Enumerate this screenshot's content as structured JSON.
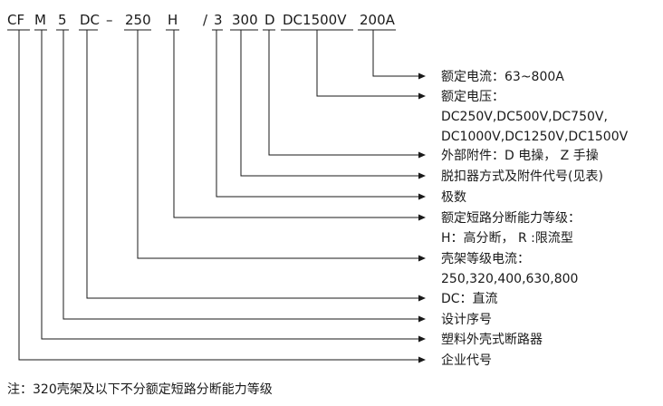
{
  "code_segments": [
    {
      "id": "cf",
      "text": "CF"
    },
    {
      "id": "m",
      "text": "M"
    },
    {
      "id": "5",
      "text": "5"
    },
    {
      "id": "dc",
      "text": "DC"
    },
    {
      "id": "dash",
      "text": "–"
    },
    {
      "id": "250",
      "text": "250"
    },
    {
      "id": "h",
      "text": "H"
    },
    {
      "id": "slash",
      "text": "/"
    },
    {
      "id": "3",
      "text": "3"
    },
    {
      "id": "300",
      "text": "300"
    },
    {
      "id": "d",
      "text": "D"
    },
    {
      "id": "dc1500v",
      "text": "DC1500V"
    },
    {
      "id": "200a",
      "text": "200A"
    }
  ],
  "descriptions": [
    {
      "id": "current",
      "lines": [
        "额定电流：63~800A"
      ]
    },
    {
      "id": "voltage",
      "lines": [
        "额定电压：",
        "DC250V,DC500V,DC750V,",
        "DC1000V,DC1250V,DC1500V"
      ]
    },
    {
      "id": "accessory",
      "lines": [
        "外部附件：D 电操， Z 手操"
      ]
    },
    {
      "id": "release",
      "lines": [
        "脱扣器方式及附件代号(见表)"
      ]
    },
    {
      "id": "poles",
      "lines": [
        "极数"
      ]
    },
    {
      "id": "breaking",
      "lines": [
        "额定短路分断能力等级：",
        "H：高分断， R :限流型"
      ]
    },
    {
      "id": "frame",
      "lines": [
        "壳架等级电流：",
        "250,320,400,630,800"
      ]
    },
    {
      "id": "dc_type",
      "lines": [
        "DC：直流"
      ]
    },
    {
      "id": "design",
      "lines": [
        "设计序号"
      ]
    },
    {
      "id": "moulded",
      "lines": [
        "塑料外壳式断路器"
      ]
    },
    {
      "id": "company",
      "lines": [
        "企业代号"
      ]
    }
  ],
  "note": "注：320壳架及以下不分额定短路分断能力等级"
}
